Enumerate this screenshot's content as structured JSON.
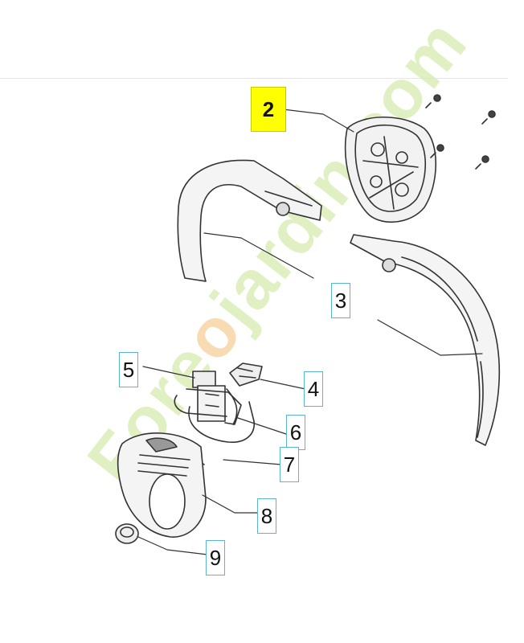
{
  "callouts": [
    {
      "id": "2",
      "label": "2",
      "highlighted": true
    },
    {
      "id": "3",
      "label": "3",
      "highlighted": false
    },
    {
      "id": "4",
      "label": "4",
      "highlighted": false
    },
    {
      "id": "5",
      "label": "5",
      "highlighted": false
    },
    {
      "id": "6",
      "label": "6",
      "highlighted": false
    },
    {
      "id": "7",
      "label": "7",
      "highlighted": false
    },
    {
      "id": "8",
      "label": "8",
      "highlighted": false
    },
    {
      "id": "9",
      "label": "9",
      "highlighted": false
    }
  ],
  "watermark": {
    "text_start": "Fore",
    "text_o": "o",
    "text_end": "jardin.com"
  },
  "colors": {
    "highlight": "#ffff00",
    "callout_border": "#5ab4d6",
    "line": "#333333",
    "watermark_green": "#d6ecb0",
    "watermark_orange": "#f6cf9a"
  }
}
